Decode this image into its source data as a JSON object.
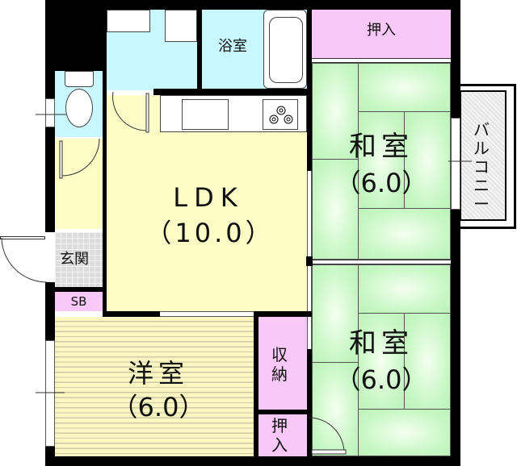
{
  "floorplan": {
    "rooms": {
      "ldk": {
        "name": "LDK",
        "size": "（10.0）"
      },
      "washitsu_upper": {
        "name": "和室",
        "size": "（6.0）"
      },
      "washitsu_lower": {
        "name": "和室",
        "size": "（6.0）"
      },
      "youshitsu": {
        "name": "洋室",
        "size": "（6.0）"
      },
      "bathroom": {
        "name": "浴室"
      },
      "oshiire_top": {
        "name": "押入"
      },
      "oshiire_bottom": {
        "name": "押入"
      },
      "shuno": {
        "name": "収納"
      },
      "genkan": {
        "name": "玄関"
      },
      "shoe_box": {
        "name": "SB"
      },
      "balcony": {
        "name": "バルコニー"
      }
    },
    "colors": {
      "wall": "#000000",
      "wet_area": "#c8f8fd",
      "ldk_floor": "#fdfbc6",
      "storage": "#f8c8f8",
      "tatami": "#c6f7c3",
      "youshitsu_floor": "#fbf6c2",
      "genkan_tile": "#dcdcdc",
      "balcony": "#eaeaea"
    }
  }
}
